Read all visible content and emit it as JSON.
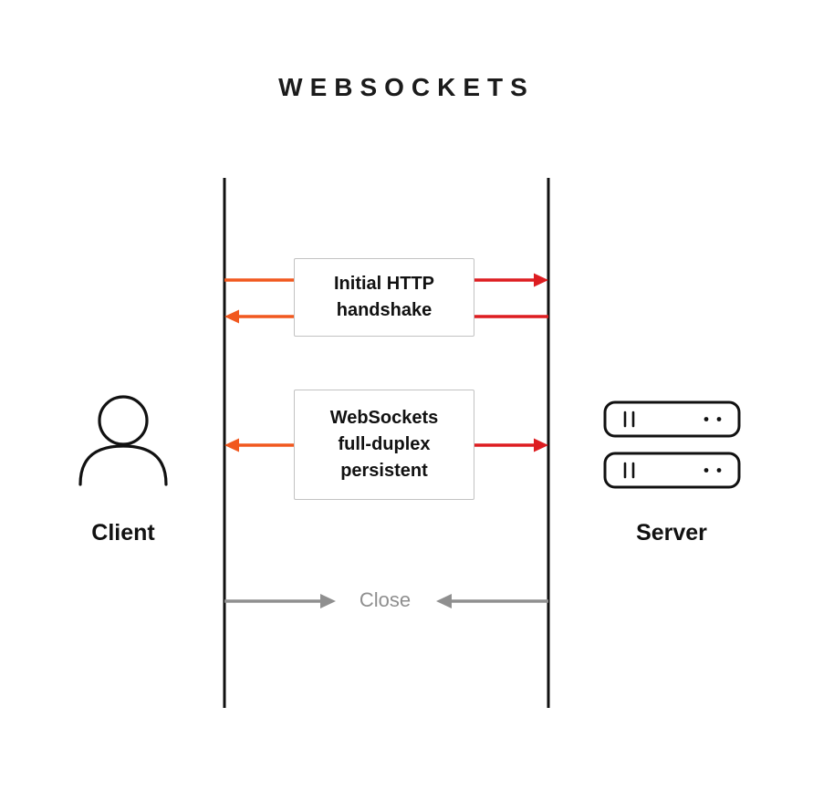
{
  "title": "WEBSOCKETS",
  "diagram": {
    "client_label": "Client",
    "server_label": "Server",
    "close_label": "Close",
    "boxes": [
      {
        "label": "Initial HTTP\nhandshake"
      },
      {
        "label": "WebSockets\nfull-duplex\npersistent"
      }
    ]
  },
  "colors": {
    "orange": "#F1581F",
    "red": "#DD1D21",
    "gray": "#8F8F8F",
    "line": "#111111",
    "box_border": "#C2C2C2"
  }
}
